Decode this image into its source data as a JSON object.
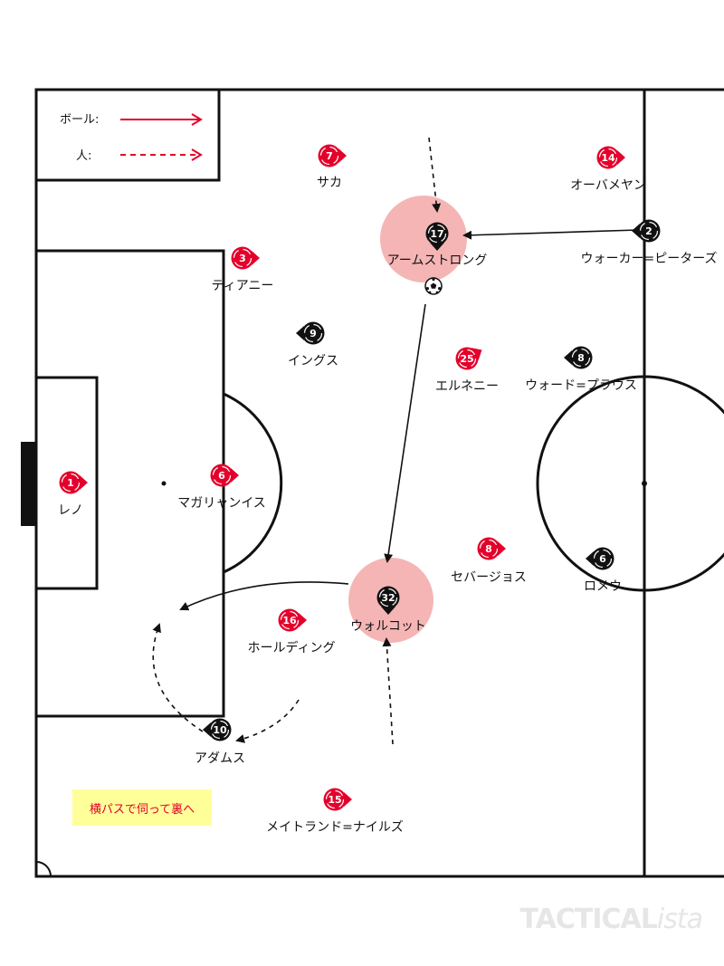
{
  "legend": {
    "ball": "ボール:",
    "person": "人:"
  },
  "note": "横パスで伺って裏へ",
  "watermark": {
    "main": "TACTICAL",
    "italic": "ista"
  },
  "colors": {
    "red_team": "#e4002b",
    "black_team": "#111111",
    "highlight": "#f5b5b5",
    "note_bg": "#ffff99"
  },
  "ball_icon": "soccer-ball-icon",
  "players": [
    {
      "id": "reno",
      "team": "red",
      "number": "1",
      "name": "レノ"
    },
    {
      "id": "magalhaes",
      "team": "red",
      "number": "6",
      "name": "マガリャンイス"
    },
    {
      "id": "tierney",
      "team": "red",
      "number": "3",
      "name": "ティアニー"
    },
    {
      "id": "saka",
      "team": "red",
      "number": "7",
      "name": "サカ"
    },
    {
      "id": "aubameyang",
      "team": "red",
      "number": "14",
      "name": "オーバメヤン"
    },
    {
      "id": "elneny",
      "team": "red",
      "number": "25",
      "name": "エルネニー"
    },
    {
      "id": "ceballos",
      "team": "red",
      "number": "8",
      "name": "セバージョス"
    },
    {
      "id": "holding",
      "team": "red",
      "number": "16",
      "name": "ホールディング"
    },
    {
      "id": "maitland",
      "team": "red",
      "number": "15",
      "name": "メイトランド=ナイルズ"
    },
    {
      "id": "armstrong",
      "team": "black",
      "number": "17",
      "name": "アームストロング"
    },
    {
      "id": "walker",
      "team": "black",
      "number": "2",
      "name": "ウォーカー=ピーターズ"
    },
    {
      "id": "ings",
      "team": "black",
      "number": "9",
      "name": "イングス"
    },
    {
      "id": "ward",
      "team": "black",
      "number": "8",
      "name": "ウォード=プラウス"
    },
    {
      "id": "romeu",
      "team": "black",
      "number": "6",
      "name": "ロメウ"
    },
    {
      "id": "walcott",
      "team": "black",
      "number": "32",
      "name": "ウォルコット"
    },
    {
      "id": "adams",
      "team": "black",
      "number": "10",
      "name": "アダムス"
    }
  ]
}
